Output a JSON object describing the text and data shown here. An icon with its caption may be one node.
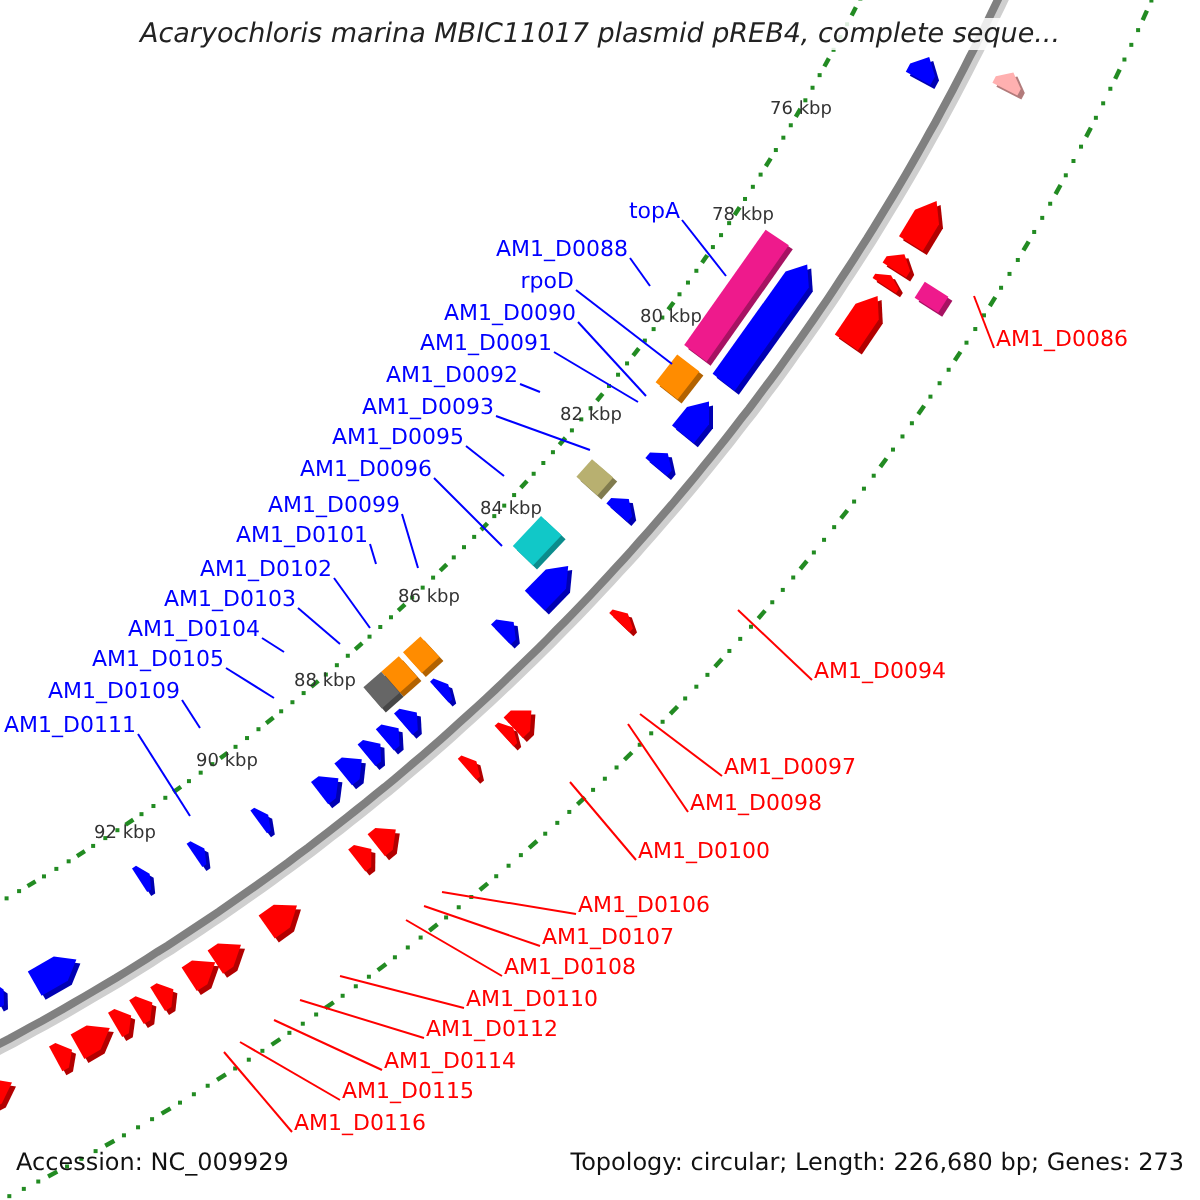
{
  "diagram": {
    "title": "Acaryochloris marina MBIC11017 plasmid pREB4, complete seque...",
    "nodes": [
      {
        "text": [
          "topA"
        ]
      },
      {
        "text": [
          "AM1_D0088"
        ]
      },
      {
        "text": [
          "rpoD"
        ]
      },
      {
        "text": [
          "AM1_D0090"
        ]
      },
      {
        "text": [
          "AM1_D0091"
        ]
      },
      {
        "text": [
          "AM1_D0092"
        ]
      },
      {
        "text": [
          "AM1_D0093"
        ]
      },
      {
        "text": [
          "AM1_D0095"
        ]
      },
      {
        "text": [
          "AM1_D0096"
        ]
      },
      {
        "text": [
          "AM1_D0099"
        ]
      },
      {
        "text": [
          "AM1_D0101"
        ]
      },
      {
        "text": [
          "AM1_D0102"
        ]
      },
      {
        "text": [
          "AM1_D0103"
        ]
      },
      {
        "text": [
          "AM1_D0104"
        ]
      },
      {
        "text": [
          "AM1_D0105"
        ]
      },
      {
        "text": [
          "AM1_D0109"
        ]
      },
      {
        "text": [
          "AM1_D0111"
        ]
      },
      {
        "text": [
          "AM1_D0086"
        ]
      },
      {
        "text": [
          "AM1_D0094"
        ]
      },
      {
        "text": [
          "AM1_D0097"
        ]
      },
      {
        "text": [
          "AM1_D0098"
        ]
      },
      {
        "text": [
          "AM1_D0100"
        ]
      },
      {
        "text": [
          "AM1_D0106"
        ]
      },
      {
        "text": [
          "AM1_D0107"
        ]
      },
      {
        "text": [
          "AM1_D0108"
        ]
      },
      {
        "text": [
          "AM1_D0110"
        ]
      },
      {
        "text": [
          "AM1_D0112"
        ]
      },
      {
        "text": [
          "AM1_D0114"
        ]
      },
      {
        "text": [
          "AM1_D0115"
        ]
      },
      {
        "text": [
          "AM1_D0116"
        ]
      }
    ],
    "edges": [
      {
        "from": 0,
        "to": null,
        "arrow": "none"
      },
      {
        "from": 1,
        "to": null,
        "arrow": "none"
      },
      {
        "from": 2,
        "to": null,
        "arrow": "none"
      },
      {
        "from": 3,
        "to": null,
        "arrow": "none"
      },
      {
        "from": 4,
        "to": null,
        "arrow": "none"
      },
      {
        "from": 5,
        "to": null,
        "arrow": "none"
      },
      {
        "from": 6,
        "to": null,
        "arrow": "none"
      },
      {
        "from": 7,
        "to": null,
        "arrow": "none"
      },
      {
        "from": 8,
        "to": null,
        "arrow": "none"
      },
      {
        "from": 9,
        "to": null,
        "arrow": "none"
      },
      {
        "from": 10,
        "to": null,
        "arrow": "none"
      },
      {
        "from": 11,
        "to": null,
        "arrow": "none"
      },
      {
        "from": 12,
        "to": null,
        "arrow": "none"
      },
      {
        "from": 13,
        "to": null,
        "arrow": "none"
      },
      {
        "from": 14,
        "to": null,
        "arrow": "none"
      },
      {
        "from": 15,
        "to": null,
        "arrow": "none"
      },
      {
        "from": 16,
        "to": null,
        "arrow": "none"
      },
      {
        "from": 17,
        "to": null,
        "arrow": "none",
        "color": "#ff0000"
      },
      {
        "from": 18,
        "to": null,
        "arrow": "none",
        "color": "#ff0000"
      },
      {
        "from": 19,
        "to": null,
        "arrow": "none",
        "color": "#ff0000"
      },
      {
        "from": 20,
        "to": null,
        "arrow": "none",
        "color": "#ff0000"
      },
      {
        "from": 21,
        "to": null,
        "arrow": "none",
        "color": "#ff0000"
      },
      {
        "from": 22,
        "to": null,
        "arrow": "none",
        "color": "#ff0000"
      },
      {
        "from": 23,
        "to": null,
        "arrow": "none",
        "color": "#ff0000"
      },
      {
        "from": 24,
        "to": null,
        "arrow": "none",
        "color": "#ff0000"
      },
      {
        "from": 25,
        "to": null,
        "arrow": "none",
        "color": "#ff0000"
      },
      {
        "from": 26,
        "to": null,
        "arrow": "none",
        "color": "#ff0000"
      },
      {
        "from": 27,
        "to": null,
        "arrow": "none",
        "color": "#ff0000"
      },
      {
        "from": 28,
        "to": null,
        "arrow": "none",
        "color": "#ff0000"
      },
      {
        "from": 29,
        "to": null,
        "arrow": "none",
        "color": "#ff0000"
      }
    ],
    "labels": [
      "76 kbp",
      "78 kbp",
      "80 kbp",
      "82 kbp",
      "84 kbp",
      "86 kbp",
      "88 kbp",
      "90 kbp",
      "92 kbp",
      "Accession: NC_009929",
      "Topology: circular; Length: 226,680 bp; Genes: 273"
    ]
  }
}
